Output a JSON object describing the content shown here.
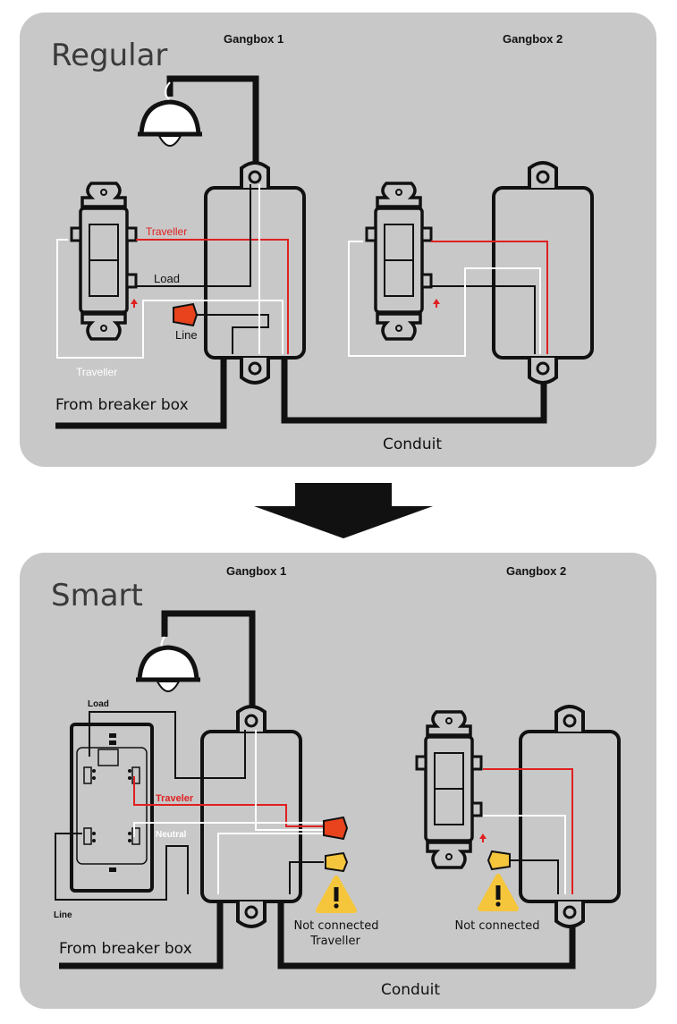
{
  "regular": {
    "heading": "Regular",
    "gangbox1": "Gangbox 1",
    "gangbox2": "Gangbox 2",
    "traveller_red": "Traveller",
    "load": "Load",
    "line": "Line",
    "traveller_white": "Traveller",
    "from_breaker": "From breaker box",
    "conduit": "Conduit"
  },
  "smart": {
    "heading": "Smart",
    "gangbox1": "Gangbox 1",
    "gangbox2": "Gangbox 2",
    "load": "Load",
    "traveler_red": "Traveler",
    "neutral": "Neutral",
    "line": "Line",
    "not_connected_1": "Not connected",
    "traveller": "Traveller",
    "not_connected_2": "Not connected",
    "from_breaker": "From breaker box",
    "conduit": "Conduit"
  },
  "colors": {
    "panel": "#c8c8c8",
    "wire_black": "#111111",
    "wire_red": "#e02020",
    "wire_white": "#ffffff",
    "connector_red": "#e8431c",
    "connector_yellow": "#f5c63c",
    "warning": "#f5c63c"
  }
}
